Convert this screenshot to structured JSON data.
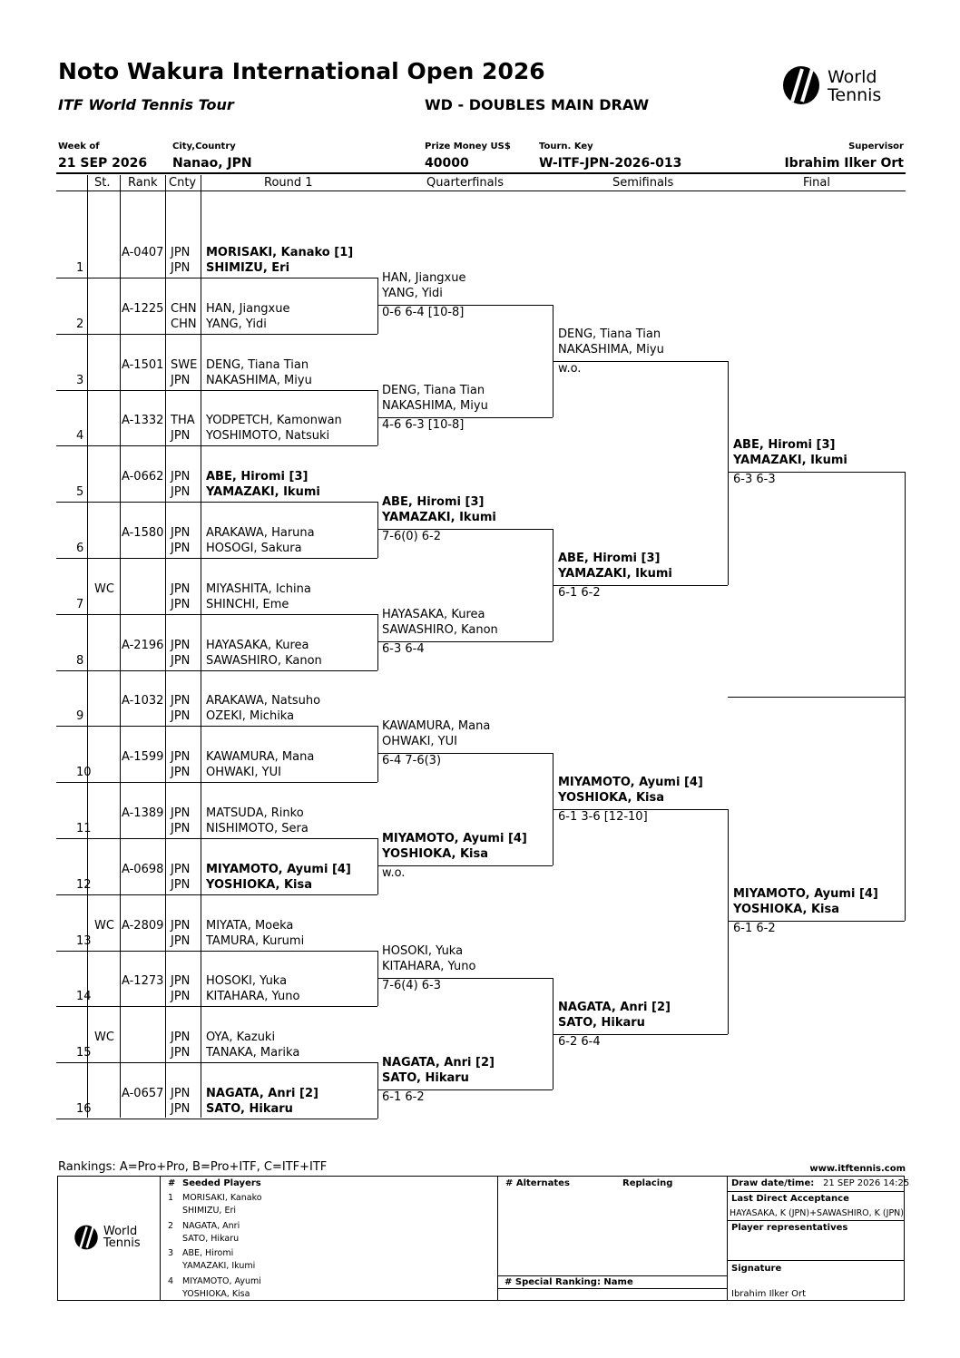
{
  "header": {
    "title": "Noto Wakura International Open 2026",
    "tour": "ITF World Tennis Tour",
    "event": "WD - DOUBLES MAIN DRAW",
    "logo": {
      "line1": "World",
      "line2": "Tennis"
    },
    "week_label": "Week of",
    "week_value": "21 SEP 2026",
    "city_label": "City,Country",
    "city_value": "Nanao, JPN",
    "prize_label": "Prize Money US$",
    "prize_value": "40000",
    "key_label": "Tourn. Key",
    "key_value": "W-ITF-JPN-2026-013",
    "supervisor_label": "Supervisor",
    "supervisor_value": "Ibrahim Ilker Ort"
  },
  "columns": {
    "st": "St.",
    "rank": "Rank",
    "cnty": "Cnty",
    "r1": "Round 1",
    "qf": "Quarterfinals",
    "sf": "Semifinals",
    "final": "Final"
  },
  "entries": [
    {
      "num": "1",
      "st": "",
      "rank": "A-0407",
      "c1": "JPN",
      "c2": "JPN",
      "p1": "MORISAKI, Kanako [1]",
      "p2": "SHIMIZU, Eri",
      "bold": true
    },
    {
      "num": "2",
      "st": "",
      "rank": "A-1225",
      "c1": "CHN",
      "c2": "CHN",
      "p1": "HAN, Jiangxue",
      "p2": "YANG, Yidi",
      "bold": false
    },
    {
      "num": "3",
      "st": "",
      "rank": "A-1501",
      "c1": "SWE",
      "c2": "JPN",
      "p1": "DENG, Tiana Tian",
      "p2": "NAKASHIMA, Miyu",
      "bold": false
    },
    {
      "num": "4",
      "st": "",
      "rank": "A-1332",
      "c1": "THA",
      "c2": "JPN",
      "p1": "YODPETCH, Kamonwan",
      "p2": "YOSHIMOTO, Natsuki",
      "bold": false
    },
    {
      "num": "5",
      "st": "",
      "rank": "A-0662",
      "c1": "JPN",
      "c2": "JPN",
      "p1": "ABE, Hiromi [3]",
      "p2": "YAMAZAKI, Ikumi",
      "bold": true
    },
    {
      "num": "6",
      "st": "",
      "rank": "A-1580",
      "c1": "JPN",
      "c2": "JPN",
      "p1": "ARAKAWA, Haruna",
      "p2": "HOSOGI, Sakura",
      "bold": false
    },
    {
      "num": "7",
      "st": "WC",
      "rank": "",
      "c1": "JPN",
      "c2": "JPN",
      "p1": "MIYASHITA, Ichina",
      "p2": "SHINCHI, Eme",
      "bold": false
    },
    {
      "num": "8",
      "st": "",
      "rank": "A-2196",
      "c1": "JPN",
      "c2": "JPN",
      "p1": "HAYASAKA, Kurea",
      "p2": "SAWASHIRO, Kanon",
      "bold": false
    },
    {
      "num": "9",
      "st": "",
      "rank": "A-1032",
      "c1": "JPN",
      "c2": "JPN",
      "p1": "ARAKAWA, Natsuho",
      "p2": "OZEKI, Michika",
      "bold": false
    },
    {
      "num": "10",
      "st": "",
      "rank": "A-1599",
      "c1": "JPN",
      "c2": "JPN",
      "p1": "KAWAMURA, Mana",
      "p2": "OHWAKI, YUI",
      "bold": false
    },
    {
      "num": "11",
      "st": "",
      "rank": "A-1389",
      "c1": "JPN",
      "c2": "JPN",
      "p1": "MATSUDA, Rinko",
      "p2": "NISHIMOTO, Sera",
      "bold": false
    },
    {
      "num": "12",
      "st": "",
      "rank": "A-0698",
      "c1": "JPN",
      "c2": "JPN",
      "p1": "MIYAMOTO, Ayumi [4]",
      "p2": "YOSHIOKA, Kisa",
      "bold": true
    },
    {
      "num": "13",
      "st": "WC",
      "rank": "A-2809",
      "c1": "JPN",
      "c2": "JPN",
      "p1": "MIYATA, Moeka",
      "p2": "TAMURA, Kurumi",
      "bold": false
    },
    {
      "num": "14",
      "st": "",
      "rank": "A-1273",
      "c1": "JPN",
      "c2": "JPN",
      "p1": "HOSOKI, Yuka",
      "p2": "KITAHARA, Yuno",
      "bold": false
    },
    {
      "num": "15",
      "st": "WC",
      "rank": "",
      "c1": "JPN",
      "c2": "JPN",
      "p1": "OYA, Kazuki",
      "p2": "TANAKA, Marika",
      "bold": false
    },
    {
      "num": "16",
      "st": "",
      "rank": "A-0657",
      "c1": "JPN",
      "c2": "JPN",
      "p1": "NAGATA, Anri [2]",
      "p2": "SATO, Hikaru",
      "bold": true
    }
  ],
  "qf": [
    {
      "p1": "HAN, Jiangxue",
      "p2": "YANG, Yidi",
      "score": "0-6 6-4 [10-8]",
      "bold": false
    },
    {
      "p1": "DENG, Tiana Tian",
      "p2": "NAKASHIMA, Miyu",
      "score": "4-6 6-3 [10-8]",
      "bold": false
    },
    {
      "p1": "ABE, Hiromi [3]",
      "p2": "YAMAZAKI, Ikumi",
      "score": "7-6(0) 6-2",
      "bold": true
    },
    {
      "p1": "HAYASAKA, Kurea",
      "p2": "SAWASHIRO, Kanon",
      "score": "6-3 6-4",
      "bold": false
    },
    {
      "p1": "KAWAMURA, Mana",
      "p2": "OHWAKI, YUI",
      "score": "6-4 7-6(3)",
      "bold": false
    },
    {
      "p1": "MIYAMOTO, Ayumi [4]",
      "p2": "YOSHIOKA, Kisa",
      "score": "w.o.",
      "bold": true
    },
    {
      "p1": "HOSOKI, Yuka",
      "p2": "KITAHARA, Yuno",
      "score": "7-6(4) 6-3",
      "bold": false
    },
    {
      "p1": "NAGATA, Anri [2]",
      "p2": "SATO, Hikaru",
      "score": "6-1 6-2",
      "bold": true
    }
  ],
  "sf": [
    {
      "p1": "DENG, Tiana Tian",
      "p2": "NAKASHIMA, Miyu",
      "score": "w.o.",
      "bold": false
    },
    {
      "p1": "ABE, Hiromi [3]",
      "p2": "YAMAZAKI, Ikumi",
      "score": "6-1 6-2",
      "bold": true
    },
    {
      "p1": "MIYAMOTO, Ayumi [4]",
      "p2": "YOSHIOKA, Kisa",
      "score": "6-1 3-6 [12-10]",
      "bold": true
    },
    {
      "p1": "NAGATA, Anri [2]",
      "p2": "SATO, Hikaru",
      "score": "6-2 6-4",
      "bold": true
    }
  ],
  "final": [
    {
      "p1": "ABE, Hiromi [3]",
      "p2": "YAMAZAKI, Ikumi",
      "score": "6-3 6-3",
      "bold": true
    },
    {
      "p1": "MIYAMOTO, Ayumi [4]",
      "p2": "YOSHIOKA, Kisa",
      "score": "6-1 6-2",
      "bold": true
    }
  ],
  "footer": {
    "rankings_legend": "Rankings: A=Pro+Pro, B=Pro+ITF, C=ITF+ITF",
    "website": "www.itftennis.com",
    "seeded_hash": "#",
    "seeded_title": "Seeded Players",
    "seeds": [
      {
        "n": "1",
        "p1": "MORISAKI, Kanako",
        "p2": "SHIMIZU, Eri"
      },
      {
        "n": "2",
        "p1": "NAGATA, Anri",
        "p2": "SATO, Hikaru"
      },
      {
        "n": "3",
        "p1": "ABE, Hiromi",
        "p2": "YAMAZAKI, Ikumi"
      },
      {
        "n": "4",
        "p1": "MIYAMOTO, Ayumi",
        "p2": "YOSHIOKA, Kisa"
      }
    ],
    "alternates": "# Alternates",
    "replacing": "Replacing",
    "special_ranking": "#  Special Ranking: Name",
    "draw_date_label": "Draw date/time:",
    "draw_date_value": "21 SEP 2026 14:25",
    "lda_label": "Last Direct Acceptance",
    "lda_value": "HAYASAKA, K (JPN)+SAWASHIRO, K (JPN)",
    "player_reps": "Player representatives",
    "signature": "Signature",
    "signer": "Ibrahim Ilker Ort"
  }
}
